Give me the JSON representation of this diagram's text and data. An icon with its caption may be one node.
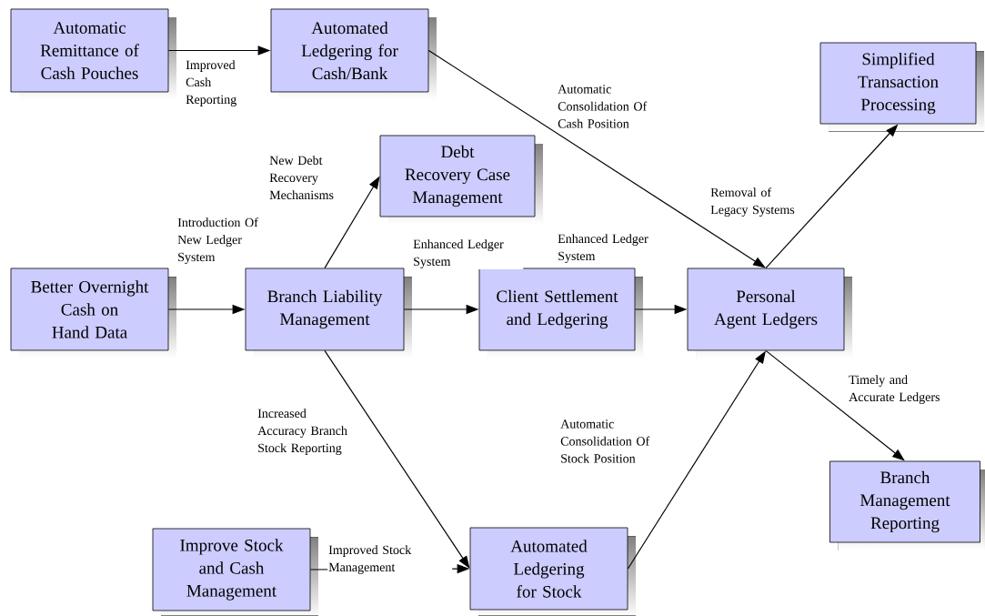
{
  "diagram": {
    "nodes": [
      {
        "text": [
          "Automatic Remittance of Cash Pouches"
        ]
      },
      {
        "text": [
          "Automated Ledgering for Cash/Bank"
        ]
      },
      {
        "text": [
          "Simplified Transaction Processing"
        ]
      },
      {
        "text": [
          "Debt Recovery Case Management"
        ]
      },
      {
        "text": [
          "Better Overnight Cash on Hand Data"
        ]
      },
      {
        "text": [
          "Branch Liability Management"
        ]
      },
      {
        "text": [
          "Client Settlement and Ledgering"
        ]
      },
      {
        "text": [
          "Personal Agent Ledgers"
        ]
      },
      {
        "text": [
          "Branch Management Reporting"
        ]
      },
      {
        "text": [
          "Improve Stock and Cash Management"
        ]
      },
      {
        "text": [
          "Automated Ledgering for Stock"
        ]
      }
    ],
    "edges": [
      {
        "from": 0,
        "to": 1,
        "arrow": "to",
        "label": "Improved Cash Reporting"
      },
      {
        "from": 1,
        "to": 7,
        "arrow": "to",
        "label": "Automatic Consolidation Of Cash Position"
      },
      {
        "from": 5,
        "to": 3,
        "arrow": "to",
        "label": "New Debt Recovery Mechanisms"
      },
      {
        "from": 4,
        "to": 5,
        "arrow": "to",
        "label": "Introduction Of New Ledger System"
      },
      {
        "from": 5,
        "to": 6,
        "arrow": "to",
        "label": "Enhanced Ledger System"
      },
      {
        "from": 6,
        "to": 7,
        "arrow": "to",
        "label": "Enhanced Ledger System"
      },
      {
        "from": 7,
        "to": 2,
        "arrow": "to",
        "label": "Removal of Legacy Systems"
      },
      {
        "from": 7,
        "to": 8,
        "arrow": "to",
        "label": "Timely and Accurate Ledgers"
      },
      {
        "from": 5,
        "to": 10,
        "arrow": "to",
        "label": "Increased Accuracy Branch Stock Reporting"
      },
      {
        "from": 9,
        "to": 10,
        "arrow": "to",
        "label": "Improved Stock Management"
      },
      {
        "from": 10,
        "to": 7,
        "arrow": "to",
        "label": "Automatic Consolidation Of Stock Position"
      }
    ]
  }
}
